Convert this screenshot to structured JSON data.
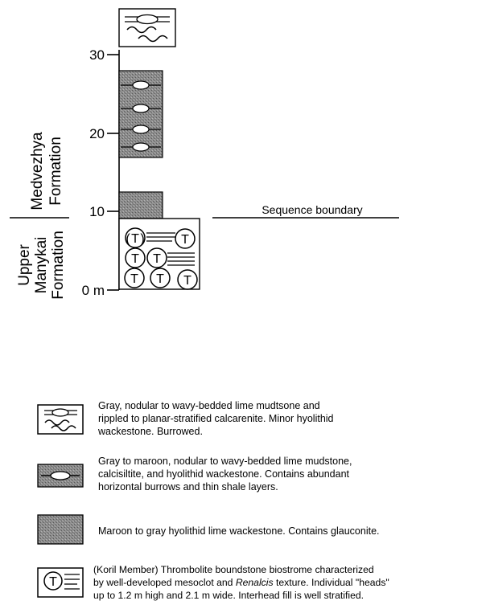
{
  "column": {
    "y_axis": {
      "ticks": [
        "0 m",
        "10",
        "20",
        "30"
      ]
    },
    "formations": [
      {
        "line1": "Medvezhya",
        "line2": "Formation"
      },
      {
        "line1": "Upper",
        "line2": "Manykai",
        "line3": "Formation"
      }
    ],
    "sequence_boundary_label": "Sequence boundary",
    "units": [
      {
        "name": "thrombolite",
        "from_m": 0,
        "to_m": 9
      },
      {
        "name": "maroon-wackestone",
        "from_m": 9,
        "to_m": 12.3
      },
      {
        "name": "nodular-gray-maroon",
        "from_m": 16.8,
        "to_m": 27.8
      },
      {
        "name": "gray-nodular-calcarenite",
        "from_m": 31,
        "to_m": 35.5
      }
    ],
    "nodule_levels_m": [
      18.2,
      20.4,
      22.8,
      25.6
    ]
  },
  "legend": [
    {
      "key": "gray-nodular-calcarenite",
      "lines": [
        "Gray, nodular to wavy-bedded lime mudtsone and",
        "rippled to planar-stratified calcarenite.  Minor hyolithid",
        "wackestone.  Burrowed."
      ]
    },
    {
      "key": "nodular-gray-maroon",
      "lines": [
        "Gray to maroon, nodular to wavy-bedded lime mudstone,",
        "calcisiltite, and hyolithid wackestone.  Contains abundant",
        "horizontal burrows and thin shale layers."
      ]
    },
    {
      "key": "maroon-wackestone",
      "lines": [
        "Maroon to gray hyolithid lime wackestone.  Contains glauconite."
      ]
    },
    {
      "key": "thrombolite",
      "line1": "(Koril Member)  Thrombolite boundstone biostrome characterized",
      "line2_pre": "by well-developed mesoclot and ",
      "line2_italic": "Renalcis",
      "line2_post": " texture.  Individual \"heads\"",
      "line3": "up to 1.2 m high and 2.1 m wide.  Interhead fill is well stratified."
    }
  ]
}
